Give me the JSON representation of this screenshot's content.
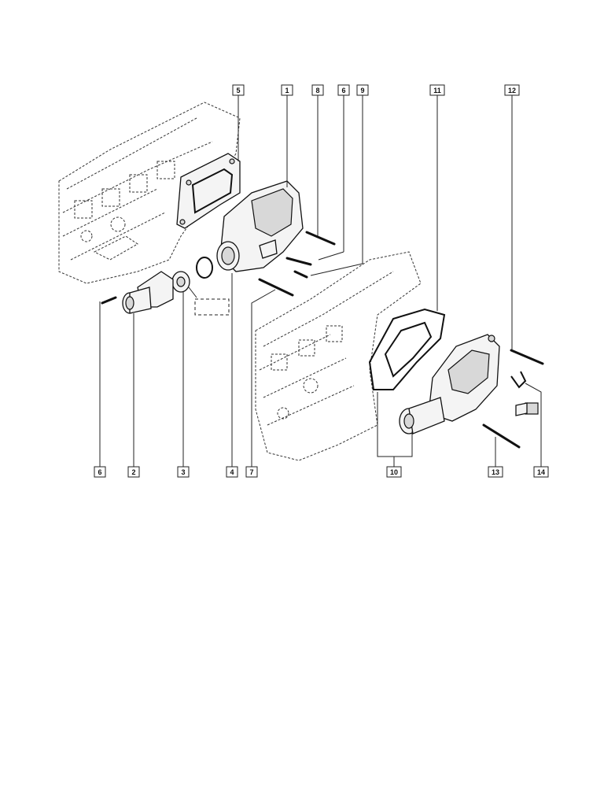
{
  "diagram": {
    "callouts": {
      "top": [
        "5",
        "1",
        "8",
        "6",
        "9",
        "11",
        "12"
      ],
      "bottom": [
        "6",
        "2",
        "3",
        "4",
        "7",
        "10",
        "13",
        "14"
      ]
    }
  }
}
